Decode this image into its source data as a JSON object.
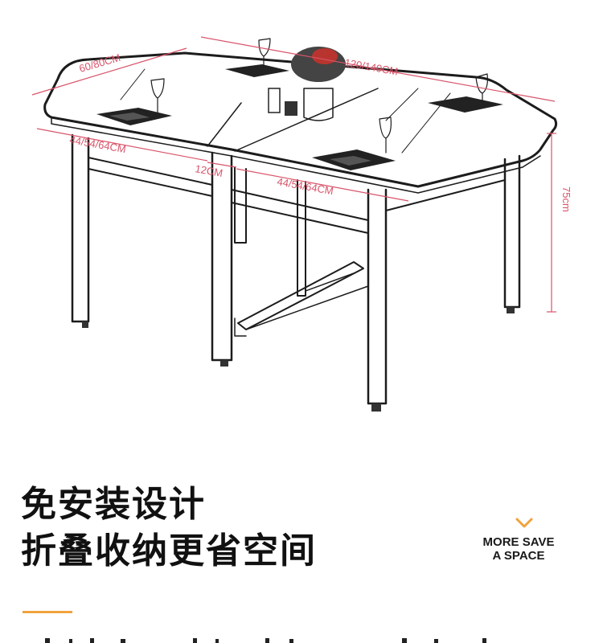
{
  "dimensions": {
    "depth": "60/80CM",
    "length": "120/140CM",
    "height": "75cm",
    "panel_left": "44/54/64CM",
    "center": "12CM",
    "panel_right": "44/54/64CM"
  },
  "headline": {
    "line1": "免安装设计",
    "line2": "折叠收纳更省空间"
  },
  "slogan": {
    "line1": "MORE SAVE",
    "line2": "A SPACE"
  },
  "colors": {
    "dimension_red": "#d9546a",
    "accent_orange": "#f0a33c",
    "ink": "#1c1c1c"
  },
  "icons": [
    "chevron-down-icon",
    "table-illustration"
  ]
}
